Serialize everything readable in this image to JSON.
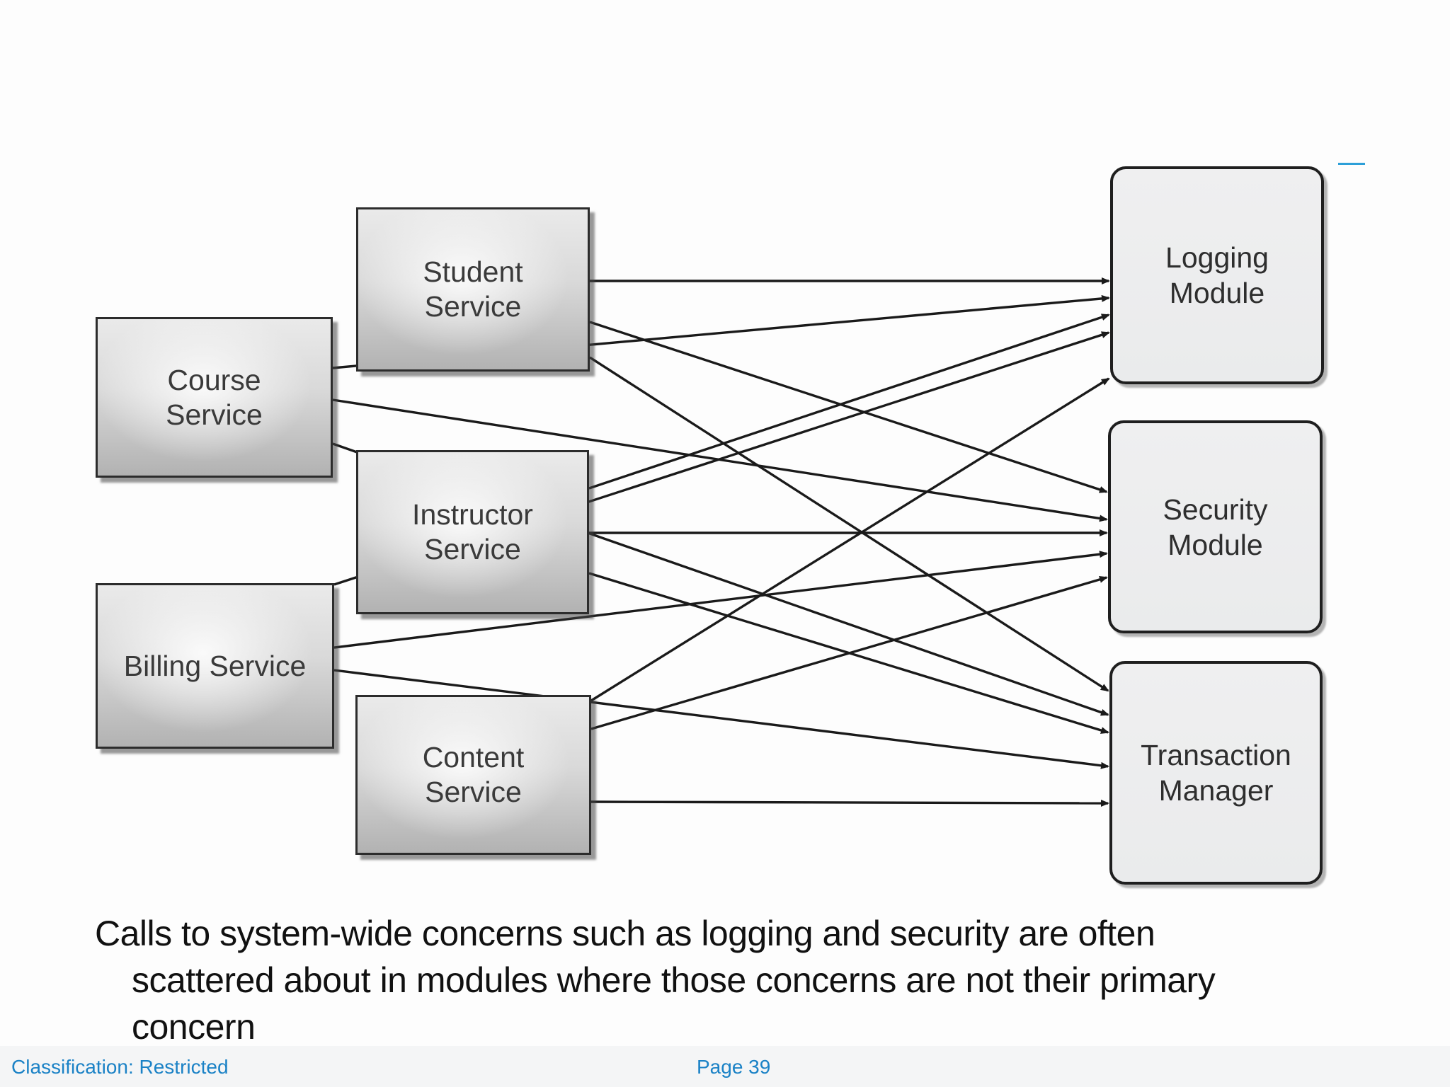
{
  "diagram": {
    "services": [
      {
        "id": "course",
        "label": "Course\nService"
      },
      {
        "id": "student",
        "label": "Student\nService"
      },
      {
        "id": "instructor",
        "label": "Instructor\nService"
      },
      {
        "id": "billing",
        "label": "Billing Service"
      },
      {
        "id": "content",
        "label": "Content\nService"
      }
    ],
    "modules": [
      {
        "id": "logging",
        "label": "Logging\nModule"
      },
      {
        "id": "security",
        "label": "Security\nModule"
      },
      {
        "id": "transaction",
        "label": "Transaction\nManager"
      }
    ],
    "connections": [
      {
        "from": "course",
        "to": "logging"
      },
      {
        "from": "course",
        "to": "security"
      },
      {
        "from": "course",
        "to": "transaction"
      },
      {
        "from": "student",
        "to": "logging"
      },
      {
        "from": "student",
        "to": "security"
      },
      {
        "from": "student",
        "to": "transaction"
      },
      {
        "from": "instructor",
        "to": "logging"
      },
      {
        "from": "instructor",
        "to": "security"
      },
      {
        "from": "instructor",
        "to": "transaction"
      },
      {
        "from": "billing",
        "to": "logging"
      },
      {
        "from": "billing",
        "to": "security"
      },
      {
        "from": "billing",
        "to": "transaction"
      },
      {
        "from": "content",
        "to": "logging"
      },
      {
        "from": "content",
        "to": "security"
      },
      {
        "from": "content",
        "to": "transaction"
      }
    ]
  },
  "caption": {
    "line1": "Calls to system-wide concerns such as logging and security are often",
    "line2": "scattered about in modules where those concerns are not their primary",
    "line3": "concern"
  },
  "footer": {
    "classification": "Classification: Restricted",
    "page": "Page 39"
  },
  "colors": {
    "accent_blue": "#1b82c6",
    "dash_blue": "#2d9fd8",
    "arrow": "#1a1a1a",
    "box_border": "#2c2c2c"
  }
}
